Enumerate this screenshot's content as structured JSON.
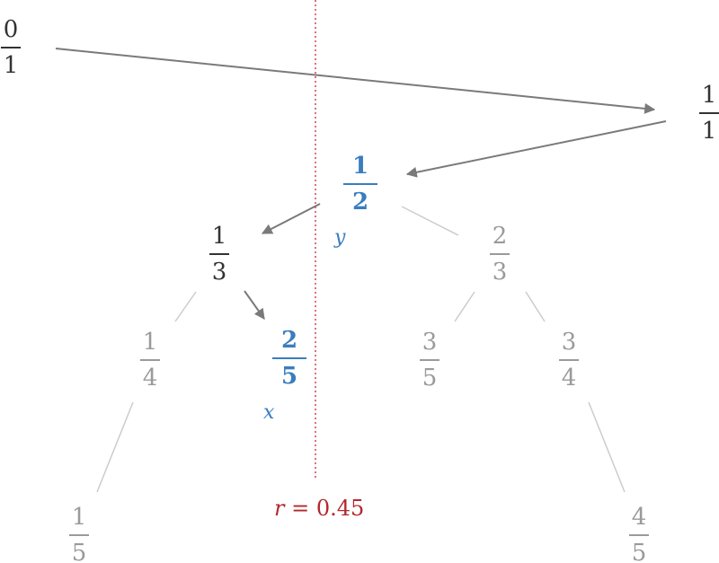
{
  "colors": {
    "arrow": "#7a7a7a",
    "tree_line": "#cccccc",
    "highlight": "#3a7dbf",
    "dark": "#333333",
    "muted": "#9a9a9a",
    "target": "#b3282d"
  },
  "fractions": {
    "f0_1": {
      "num": "0",
      "den": "1"
    },
    "f1_1": {
      "num": "1",
      "den": "1"
    },
    "f1_2": {
      "num": "1",
      "den": "2"
    },
    "f1_3": {
      "num": "1",
      "den": "3"
    },
    "f2_3": {
      "num": "2",
      "den": "3"
    },
    "f1_4": {
      "num": "1",
      "den": "4"
    },
    "f2_5": {
      "num": "2",
      "den": "5"
    },
    "f3_5": {
      "num": "3",
      "den": "5"
    },
    "f3_4": {
      "num": "3",
      "den": "4"
    },
    "f1_5": {
      "num": "1",
      "den": "5"
    },
    "f4_5": {
      "num": "4",
      "den": "5"
    }
  },
  "labels": {
    "y": "y",
    "x": "x",
    "r_var": "r",
    "r_eq": " = 0.45"
  }
}
